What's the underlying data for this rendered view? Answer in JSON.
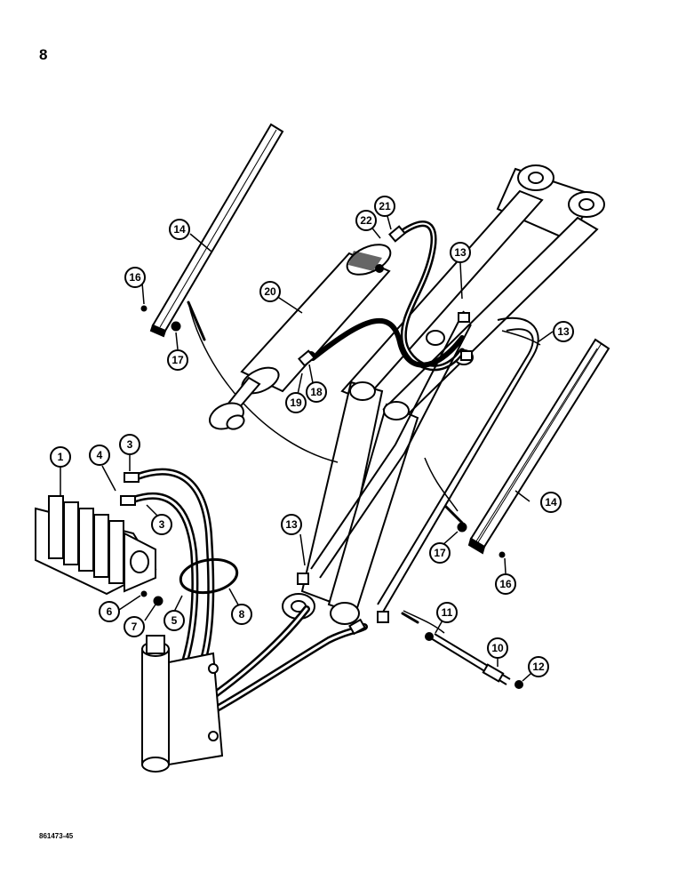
{
  "page": {
    "number": "8",
    "doc_code": "861473-45"
  },
  "callouts": [
    {
      "id": "c1",
      "label": "1"
    },
    {
      "id": "c3a",
      "label": "3"
    },
    {
      "id": "c3b",
      "label": "3"
    },
    {
      "id": "c4",
      "label": "4"
    },
    {
      "id": "c5",
      "label": "5"
    },
    {
      "id": "c6",
      "label": "6"
    },
    {
      "id": "c7",
      "label": "7"
    },
    {
      "id": "c8",
      "label": "8"
    },
    {
      "id": "c10",
      "label": "10"
    },
    {
      "id": "c11",
      "label": "11"
    },
    {
      "id": "c12",
      "label": "12"
    },
    {
      "id": "c13a",
      "label": "13"
    },
    {
      "id": "c13b",
      "label": "13"
    },
    {
      "id": "c13c",
      "label": "13"
    },
    {
      "id": "c14a",
      "label": "14"
    },
    {
      "id": "c14b",
      "label": "14"
    },
    {
      "id": "c16a",
      "label": "16"
    },
    {
      "id": "c16b",
      "label": "16"
    },
    {
      "id": "c17a",
      "label": "17"
    },
    {
      "id": "c17b",
      "label": "17"
    },
    {
      "id": "c18",
      "label": "18"
    },
    {
      "id": "c19",
      "label": "19"
    },
    {
      "id": "c20",
      "label": "20"
    },
    {
      "id": "c21",
      "label": "21"
    },
    {
      "id": "c22",
      "label": "22"
    }
  ]
}
